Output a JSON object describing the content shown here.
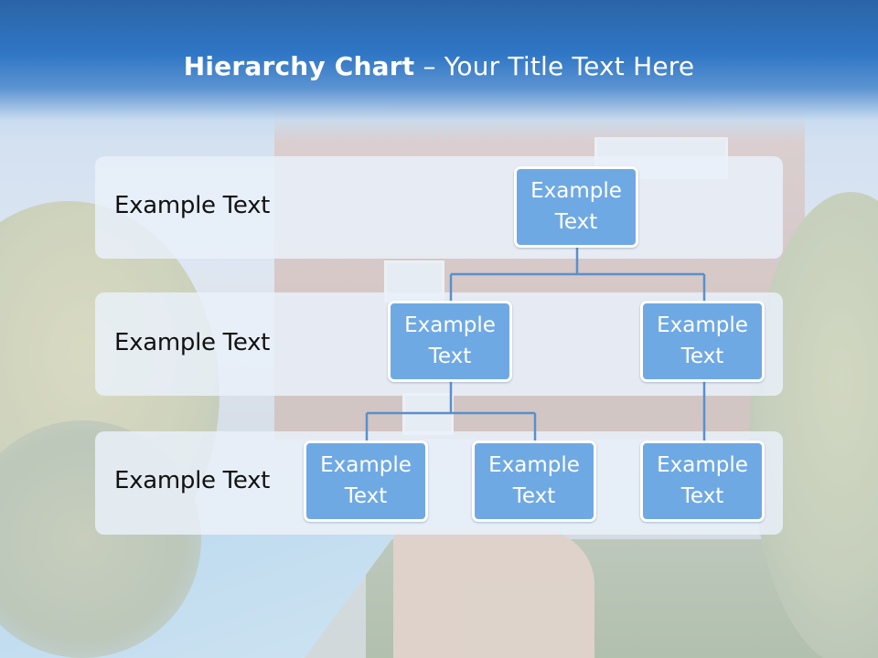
{
  "slide": {
    "title_bold": "Hierarchy Chart",
    "title_rest": " – Your Title Text Here"
  },
  "levels": [
    {
      "label": "Example Text"
    },
    {
      "label": "Example Text"
    },
    {
      "label": "Example Text"
    }
  ],
  "nodes": {
    "root": "Example Text",
    "level2_left": "Example Text",
    "level2_right": "Example Text",
    "level3_left": "Example Text",
    "level3_middle": "Example Text",
    "level3_right": "Example Text"
  },
  "colors": {
    "node_fill": "#6fa9e4",
    "node_border": "#ffffff",
    "connector": "#5b8fc9",
    "title_bar": "#2f76c5"
  }
}
